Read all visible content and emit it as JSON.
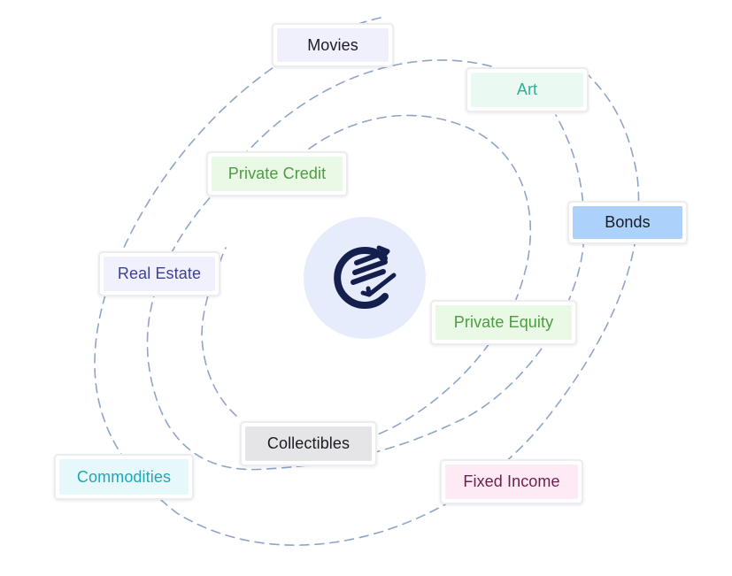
{
  "colors": {
    "orbit_dash": "#8fa4c7",
    "center_badge": "#e6ecfb",
    "logo": "#141f4d"
  },
  "logo": {
    "icon_name": "circular-arrows-logo-icon"
  },
  "tags": [
    {
      "id": "movies",
      "label": "Movies",
      "text_color": "#1b1b22",
      "background": "#f0effc"
    },
    {
      "id": "art",
      "label": "Art",
      "text_color": "#2fb195",
      "background": "#eafaf2"
    },
    {
      "id": "private-credit",
      "label": "Private Credit",
      "text_color": "#4e9b43",
      "background": "#eaf8e6"
    },
    {
      "id": "bonds",
      "label": "Bonds",
      "text_color": "#1a1a22",
      "background": "#acd2fb"
    },
    {
      "id": "real-estate",
      "label": "Real Estate",
      "text_color": "#3c3f9d",
      "background": "#f1f0fd"
    },
    {
      "id": "private-equity",
      "label": "Private Equity",
      "text_color": "#4e9b43",
      "background": "#eaf8e6"
    },
    {
      "id": "collectibles",
      "label": "Collectibles",
      "text_color": "#1b1b22",
      "background": "#e5e5e7"
    },
    {
      "id": "commodities",
      "label": "Commodities",
      "text_color": "#20a6b6",
      "background": "#e7f8fb"
    },
    {
      "id": "fixed-income",
      "label": "Fixed Income",
      "text_color": "#6b1f4c",
      "background": "#fdeaf5"
    }
  ]
}
